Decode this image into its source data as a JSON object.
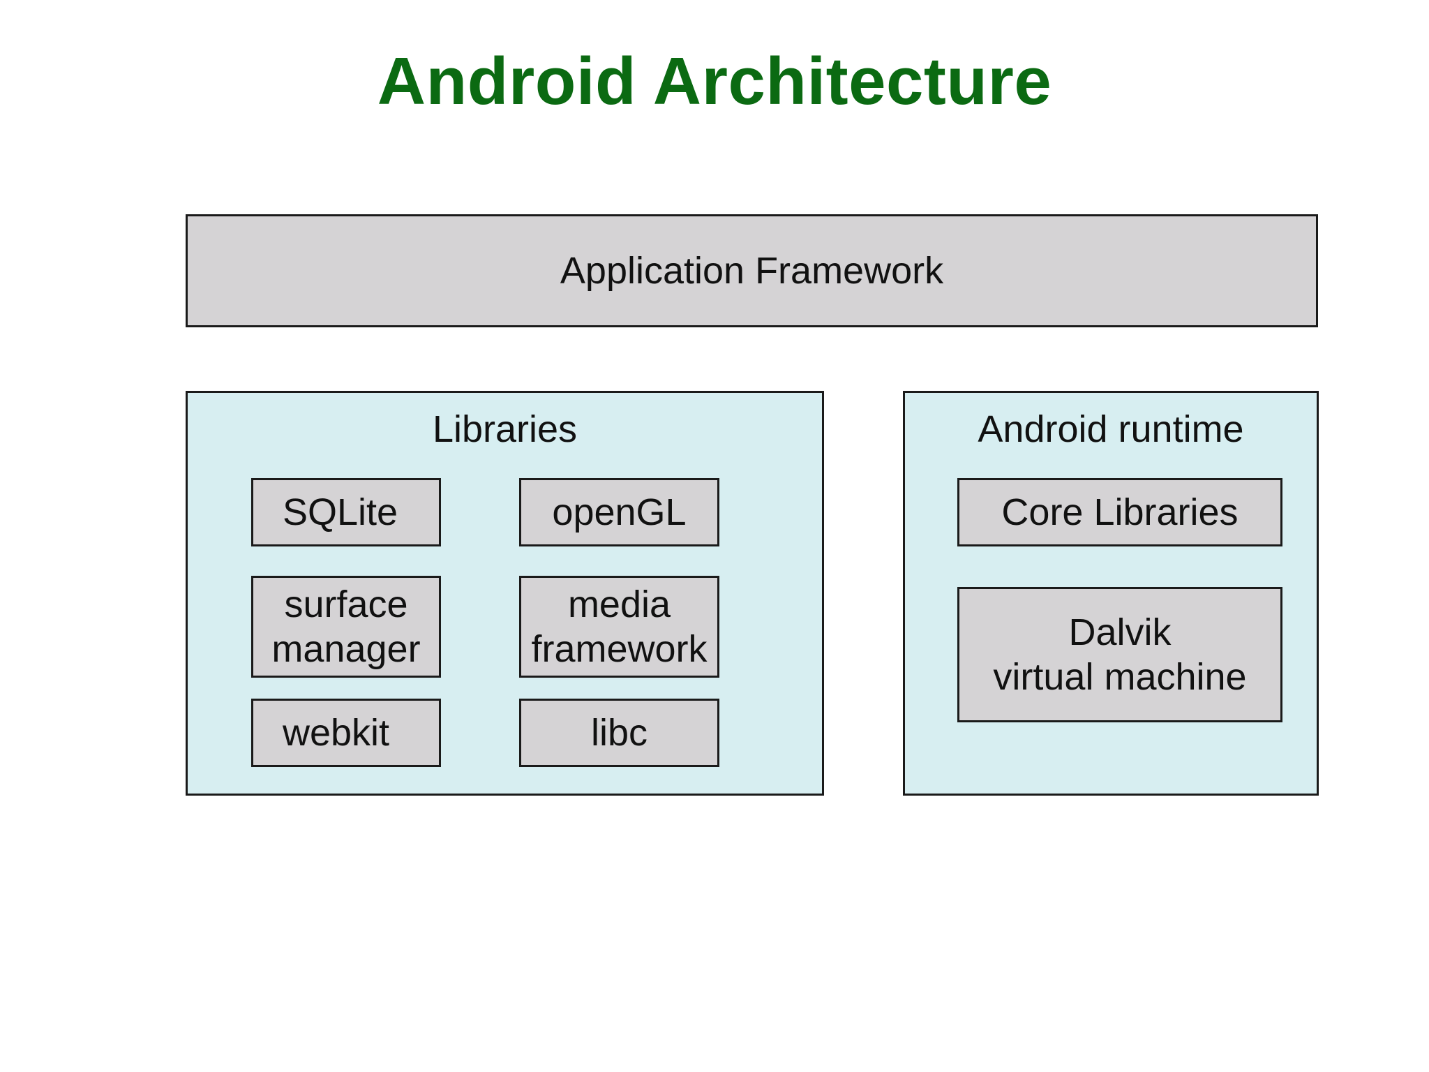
{
  "title": "Android Architecture",
  "application_framework": "Application Framework",
  "libraries": {
    "label": "Libraries",
    "items": [
      "SQLite",
      "openGL",
      "surface\nmanager",
      "media\nframework",
      "webkit",
      "libc"
    ]
  },
  "android_runtime": {
    "label": "Android runtime",
    "core_libraries": "Core Libraries",
    "dalvik": "Dalvik\nvirtual machine"
  },
  "colors": {
    "title": "#0b6a12",
    "box_gray": "#d5d3d5",
    "panel_blue": "#d7eef1",
    "border": "#1a1a1a"
  }
}
